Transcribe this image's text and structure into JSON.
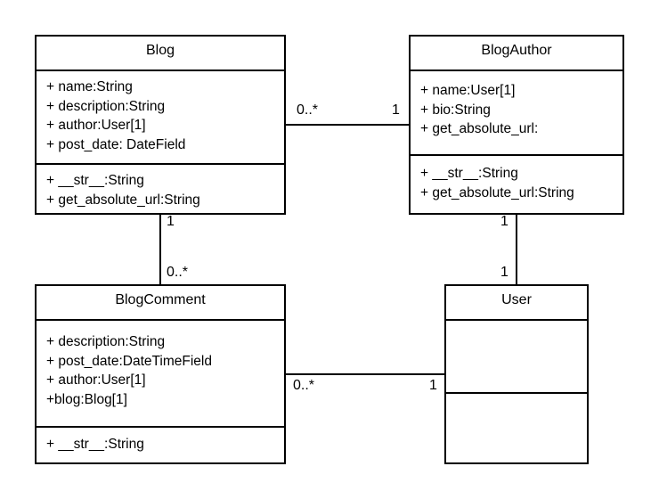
{
  "classes": {
    "blog": {
      "name": "Blog",
      "attributes": [
        "+ name:String",
        "+ description:String",
        "+ author:User[1]",
        "+ post_date: DateField"
      ],
      "operations": [
        "+ __str__:String",
        "+ get_absolute_url:String"
      ]
    },
    "blog_author": {
      "name": "BlogAuthor",
      "attributes": [
        "+ name:User[1]",
        "+ bio:String",
        "+ get_absolute_url:"
      ],
      "operations": [
        "+ __str__:String",
        "+ get_absolute_url:String"
      ]
    },
    "blog_comment": {
      "name": "BlogComment",
      "attributes": [
        "+ description:String",
        "+ post_date:DateTimeField",
        "+ author:User[1]",
        "+blog:Blog[1]"
      ],
      "operations": [
        "+ __str__:String"
      ]
    },
    "user": {
      "name": "User",
      "attributes": [],
      "operations": []
    }
  },
  "associations": {
    "blog_to_blog_author": {
      "blog_end": "0..*",
      "author_end": "1"
    },
    "blog_to_blog_comment": {
      "blog_end": "1",
      "comment_end": "0..*"
    },
    "blog_author_to_user": {
      "author_end": "1",
      "user_end": "1"
    },
    "blog_comment_to_user": {
      "comment_end": "0..*",
      "user_end": "1"
    }
  }
}
